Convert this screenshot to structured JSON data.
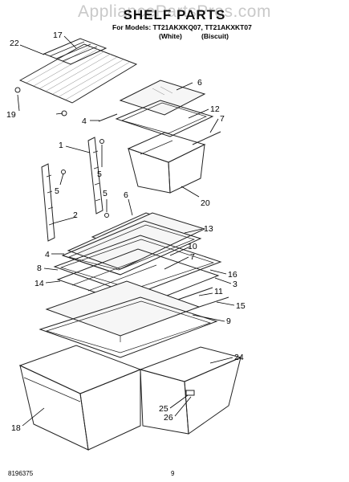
{
  "watermark": "AppliancePartsPros.com",
  "header": {
    "title": "SHELF PARTS",
    "models": "For Models: TT21AKXKQ07, TT21AKXKT07",
    "variant_white": "(White)",
    "variant_biscuit": "(Biscuit)"
  },
  "callouts": {
    "c1": "1",
    "c2": "2",
    "c3": "3",
    "c4a": "4",
    "c4b": "4",
    "c5a": "5",
    "c5b": "5",
    "c5c": "5",
    "c6a": "6",
    "c6b": "6",
    "c7a": "7",
    "c7b": "7",
    "c8": "8",
    "c9": "9",
    "c10": "10",
    "c11": "11",
    "c12": "12",
    "c13": "13",
    "c14": "14",
    "c15": "15",
    "c16": "16",
    "c17": "17",
    "c18": "18",
    "c19": "19",
    "c20": "20",
    "c22": "22",
    "c24": "24",
    "c25": "25",
    "c26": "26"
  },
  "footer": {
    "doc_number": "8196375",
    "page": "9"
  }
}
